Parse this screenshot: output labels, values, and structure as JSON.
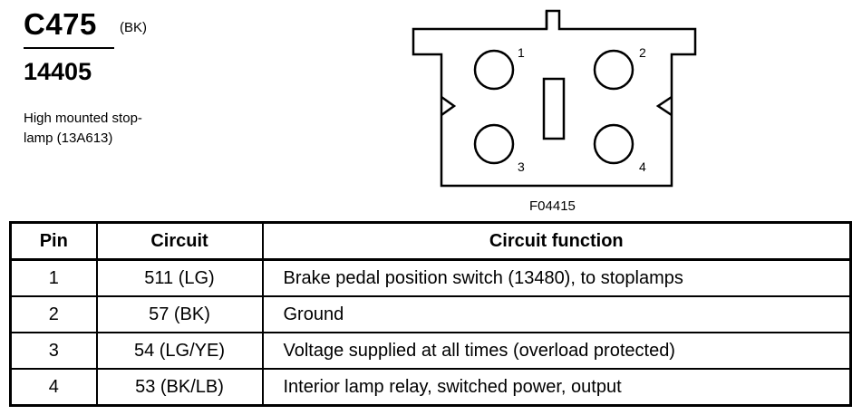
{
  "header": {
    "connector_id": "C475",
    "color_code": "(BK)",
    "part_number": "14405",
    "description_line1": "High mounted stop-",
    "description_line2": "lamp (13A613)"
  },
  "figure": {
    "id": "F04415",
    "pin_labels": [
      "1",
      "2",
      "3",
      "4"
    ]
  },
  "table": {
    "headers": [
      "Pin",
      "Circuit",
      "Circuit function"
    ],
    "rows": [
      {
        "pin": "1",
        "circuit": "511 (LG)",
        "function": "Brake pedal position switch (13480), to stoplamps"
      },
      {
        "pin": "2",
        "circuit": "57 (BK)",
        "function": "Ground"
      },
      {
        "pin": "3",
        "circuit": "54 (LG/YE)",
        "function": "Voltage supplied at all times (overload protected)"
      },
      {
        "pin": "4",
        "circuit": "53 (BK/LB)",
        "function": "Interior lamp relay, switched power, output"
      }
    ]
  }
}
